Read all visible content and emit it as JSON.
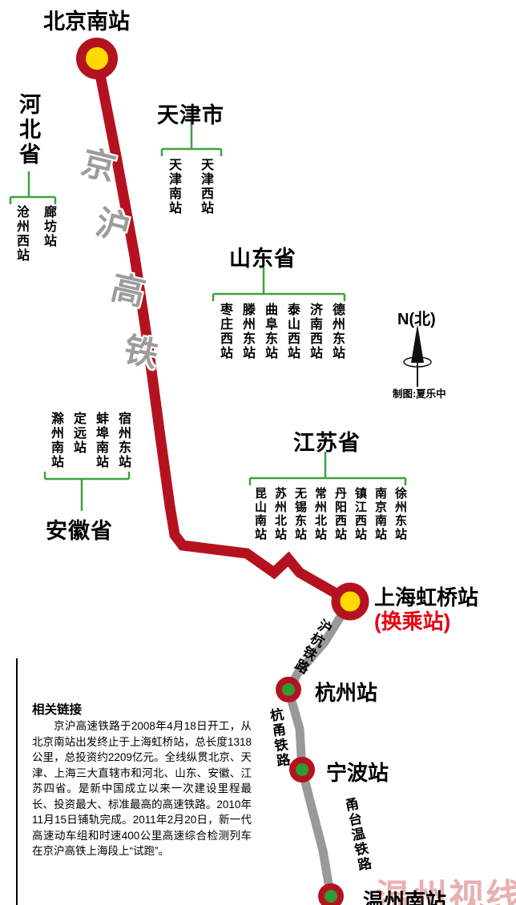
{
  "map": {
    "route_name_chars": [
      "京",
      "沪",
      "高",
      "铁"
    ],
    "compass_label": "N(北)",
    "credit": "制图:夏乐中",
    "watermark": "温州视线"
  },
  "terminals": {
    "beijing_south": "北京南站",
    "shanghai_hongqiao": "上海虹桥站",
    "transfer_note": "(换乘站)",
    "hangzhou": "杭州站",
    "ningbo": "宁波站",
    "wenzhou_south": "温州南站"
  },
  "regions": [
    {
      "name": "河北省",
      "stations": [
        "沧州西站",
        "廊坊站"
      ]
    },
    {
      "name": "天津市",
      "stations": [
        "天津南站",
        "天津西站"
      ]
    },
    {
      "name": "山东省",
      "stations": [
        "枣庄西站",
        "滕州东站",
        "曲阜东站",
        "泰山西站",
        "济南西站",
        "德州东站"
      ]
    },
    {
      "name": "安徽省",
      "stations": [
        "滁州南站",
        "定远站",
        "蚌埠南站",
        "宿州东站"
      ]
    },
    {
      "name": "江苏省",
      "stations": [
        "昆山南站",
        "苏州北站",
        "无锡东站",
        "常州北站",
        "丹阳西站",
        "镇江西站",
        "南京南站",
        "徐州东站"
      ]
    }
  ],
  "rail_labels": {
    "hu_hang": "沪杭铁路",
    "hang_yong": "杭甬铁路",
    "yong_tai_wen": "甬台温铁路"
  },
  "info_box": {
    "heading": "相关链接",
    "body": "京沪高速铁路于2008年4月18日开工，从北京南站出发终止于上海虹桥站，总长度1318公里，总投资约2209亿元。全线纵贯北京、天津、上海三大直辖市和河北、山东、安徽、江苏四省。是新中国成立以来一次建设里程最长、投资最大、标准最高的高速铁路。2010年11月15日铺轨完成。2011年2月20日，新一代高速动车组和时速400公里高速综合检测列车在京沪高铁上海段上“试跑”。"
  },
  "colors": {
    "route_red": "#b5121f",
    "rail_gray": "#999999",
    "bracket_green": "#3fa33f",
    "marker_yellow": "#ffd900",
    "marker_green": "#2e9b37",
    "transfer_red": "#e60012"
  }
}
